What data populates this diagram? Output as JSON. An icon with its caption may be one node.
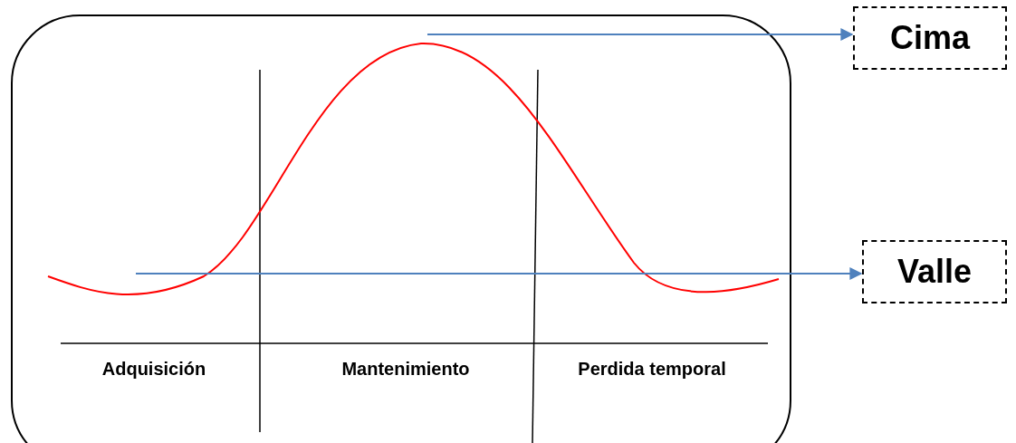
{
  "diagram": {
    "nodes": [
      {
        "text": [
          "Cima"
        ]
      },
      {
        "text": [
          "Valle"
        ]
      }
    ],
    "edges": [
      {
        "from": null,
        "to": 0,
        "arrow": "to"
      },
      {
        "from": null,
        "to": 1,
        "arrow": "to"
      }
    ],
    "labels": [
      "Adquisición",
      "Mantenimiento",
      "Perdida temporal"
    ]
  }
}
